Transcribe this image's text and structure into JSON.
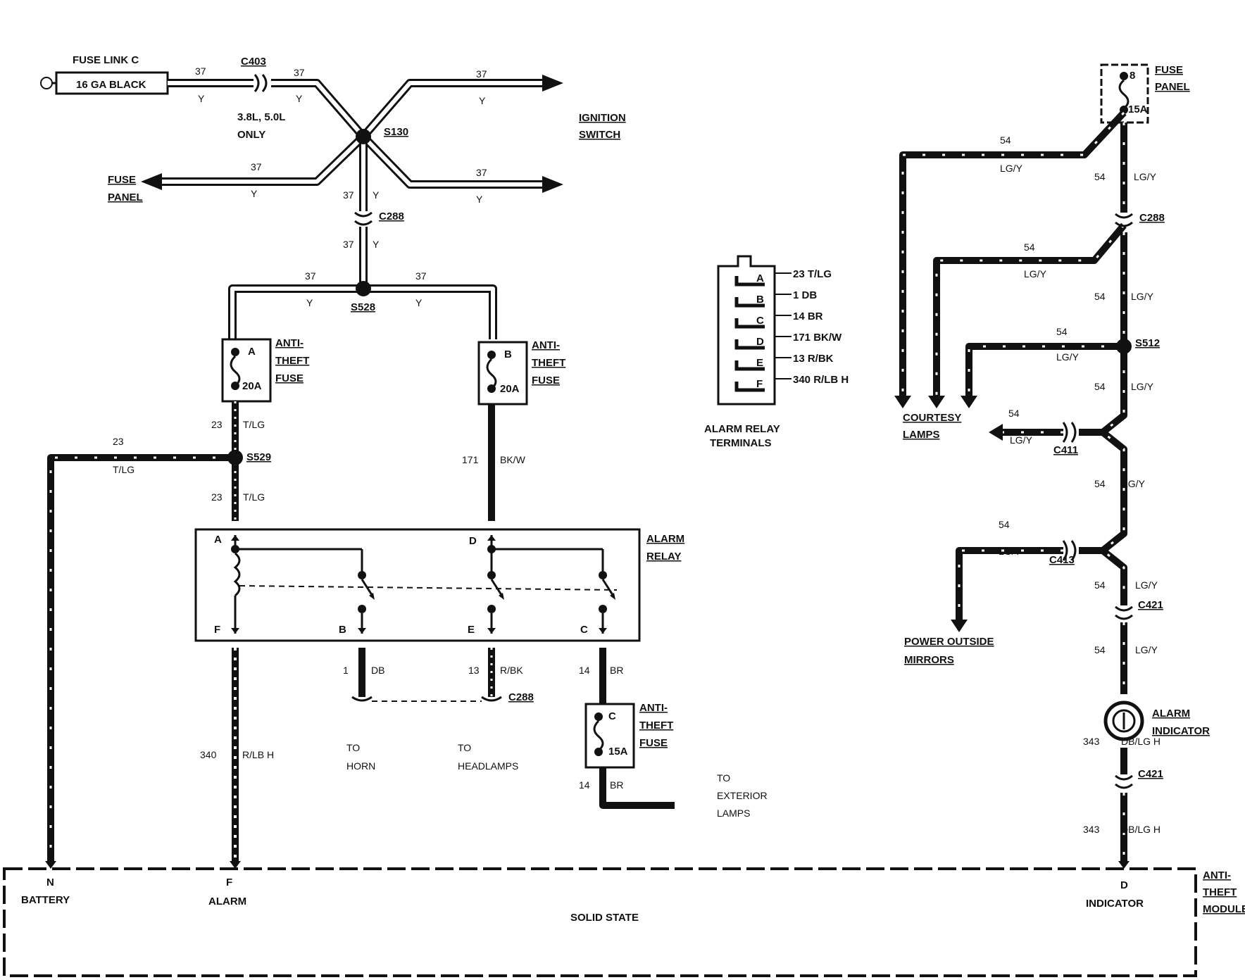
{
  "fuse_link": {
    "title": "FUSE LINK C",
    "gauge": "16 GA BLACK"
  },
  "connectors": {
    "c403": "C403",
    "c288": "C288",
    "c411": "C411",
    "c413": "C413",
    "c421": "C421"
  },
  "splices": {
    "s130": "S130",
    "s528": "S528",
    "s529": "S529",
    "s512": "S512"
  },
  "circuits": {
    "c37": "37",
    "y": "Y",
    "c23": "23",
    "tlg": "T/LG",
    "c171": "171",
    "bkw": "BK/W",
    "c1": "1",
    "db": "DB",
    "c13": "13",
    "rbk": "R/BK",
    "c14": "14",
    "br": "BR",
    "c340": "340",
    "rlbh": "R/LB H",
    "c54": "54",
    "lgy": "LG/Y",
    "c343": "343",
    "dblgh": "DB/LG H"
  },
  "engine_note": {
    "line1": "3.8L, 5.0L",
    "line2": "ONLY"
  },
  "destinations": {
    "ignition_switch": [
      "IGNITION",
      "SWITCH"
    ],
    "fuse_panel": [
      "FUSE",
      "PANEL"
    ],
    "to_horn": [
      "TO",
      "HORN"
    ],
    "to_headlamps": [
      "TO",
      "HEADLAMPS"
    ],
    "to_exterior_lamps": [
      "TO",
      "EXTERIOR",
      "LAMPS"
    ],
    "courtesy_lamps": [
      "COURTESY",
      "LAMPS"
    ],
    "power_outside_mirrors": [
      "POWER OUTSIDE",
      "MIRRORS"
    ]
  },
  "fuses": {
    "a": {
      "pin": "A",
      "rating": "20A"
    },
    "b": {
      "pin": "B",
      "rating": "20A"
    },
    "c": {
      "pin": "C",
      "rating": "15A"
    },
    "label": [
      "ANTI-",
      "THEFT",
      "FUSE"
    ],
    "panel_fuse": {
      "pin": "8",
      "rating": "15A"
    }
  },
  "alarm_relay": {
    "title": [
      "ALARM",
      "RELAY"
    ],
    "pins": {
      "a": "A",
      "b": "B",
      "c": "C",
      "d": "D",
      "e": "E",
      "f": "F"
    }
  },
  "relay_terminals": {
    "caption": [
      "ALARM RELAY",
      "TERMINALS"
    ],
    "rows": [
      {
        "pin": "A",
        "wire": "23 T/LG"
      },
      {
        "pin": "B",
        "wire": "1 DB"
      },
      {
        "pin": "C",
        "wire": "14 BR"
      },
      {
        "pin": "D",
        "wire": "171 BK/W"
      },
      {
        "pin": "E",
        "wire": "13 R/BK"
      },
      {
        "pin": "F",
        "wire": "340 R/LB H"
      }
    ]
  },
  "alarm_indicator": [
    "ALARM",
    "INDICATOR"
  ],
  "module": {
    "title": [
      "ANTI-",
      "THEFT",
      "MODULE"
    ],
    "center": "SOLID STATE",
    "pin_n": "N",
    "battery": "BATTERY",
    "pin_f": "F",
    "alarm": "ALARM",
    "pin_d": "D",
    "indicator": "INDICATOR"
  }
}
